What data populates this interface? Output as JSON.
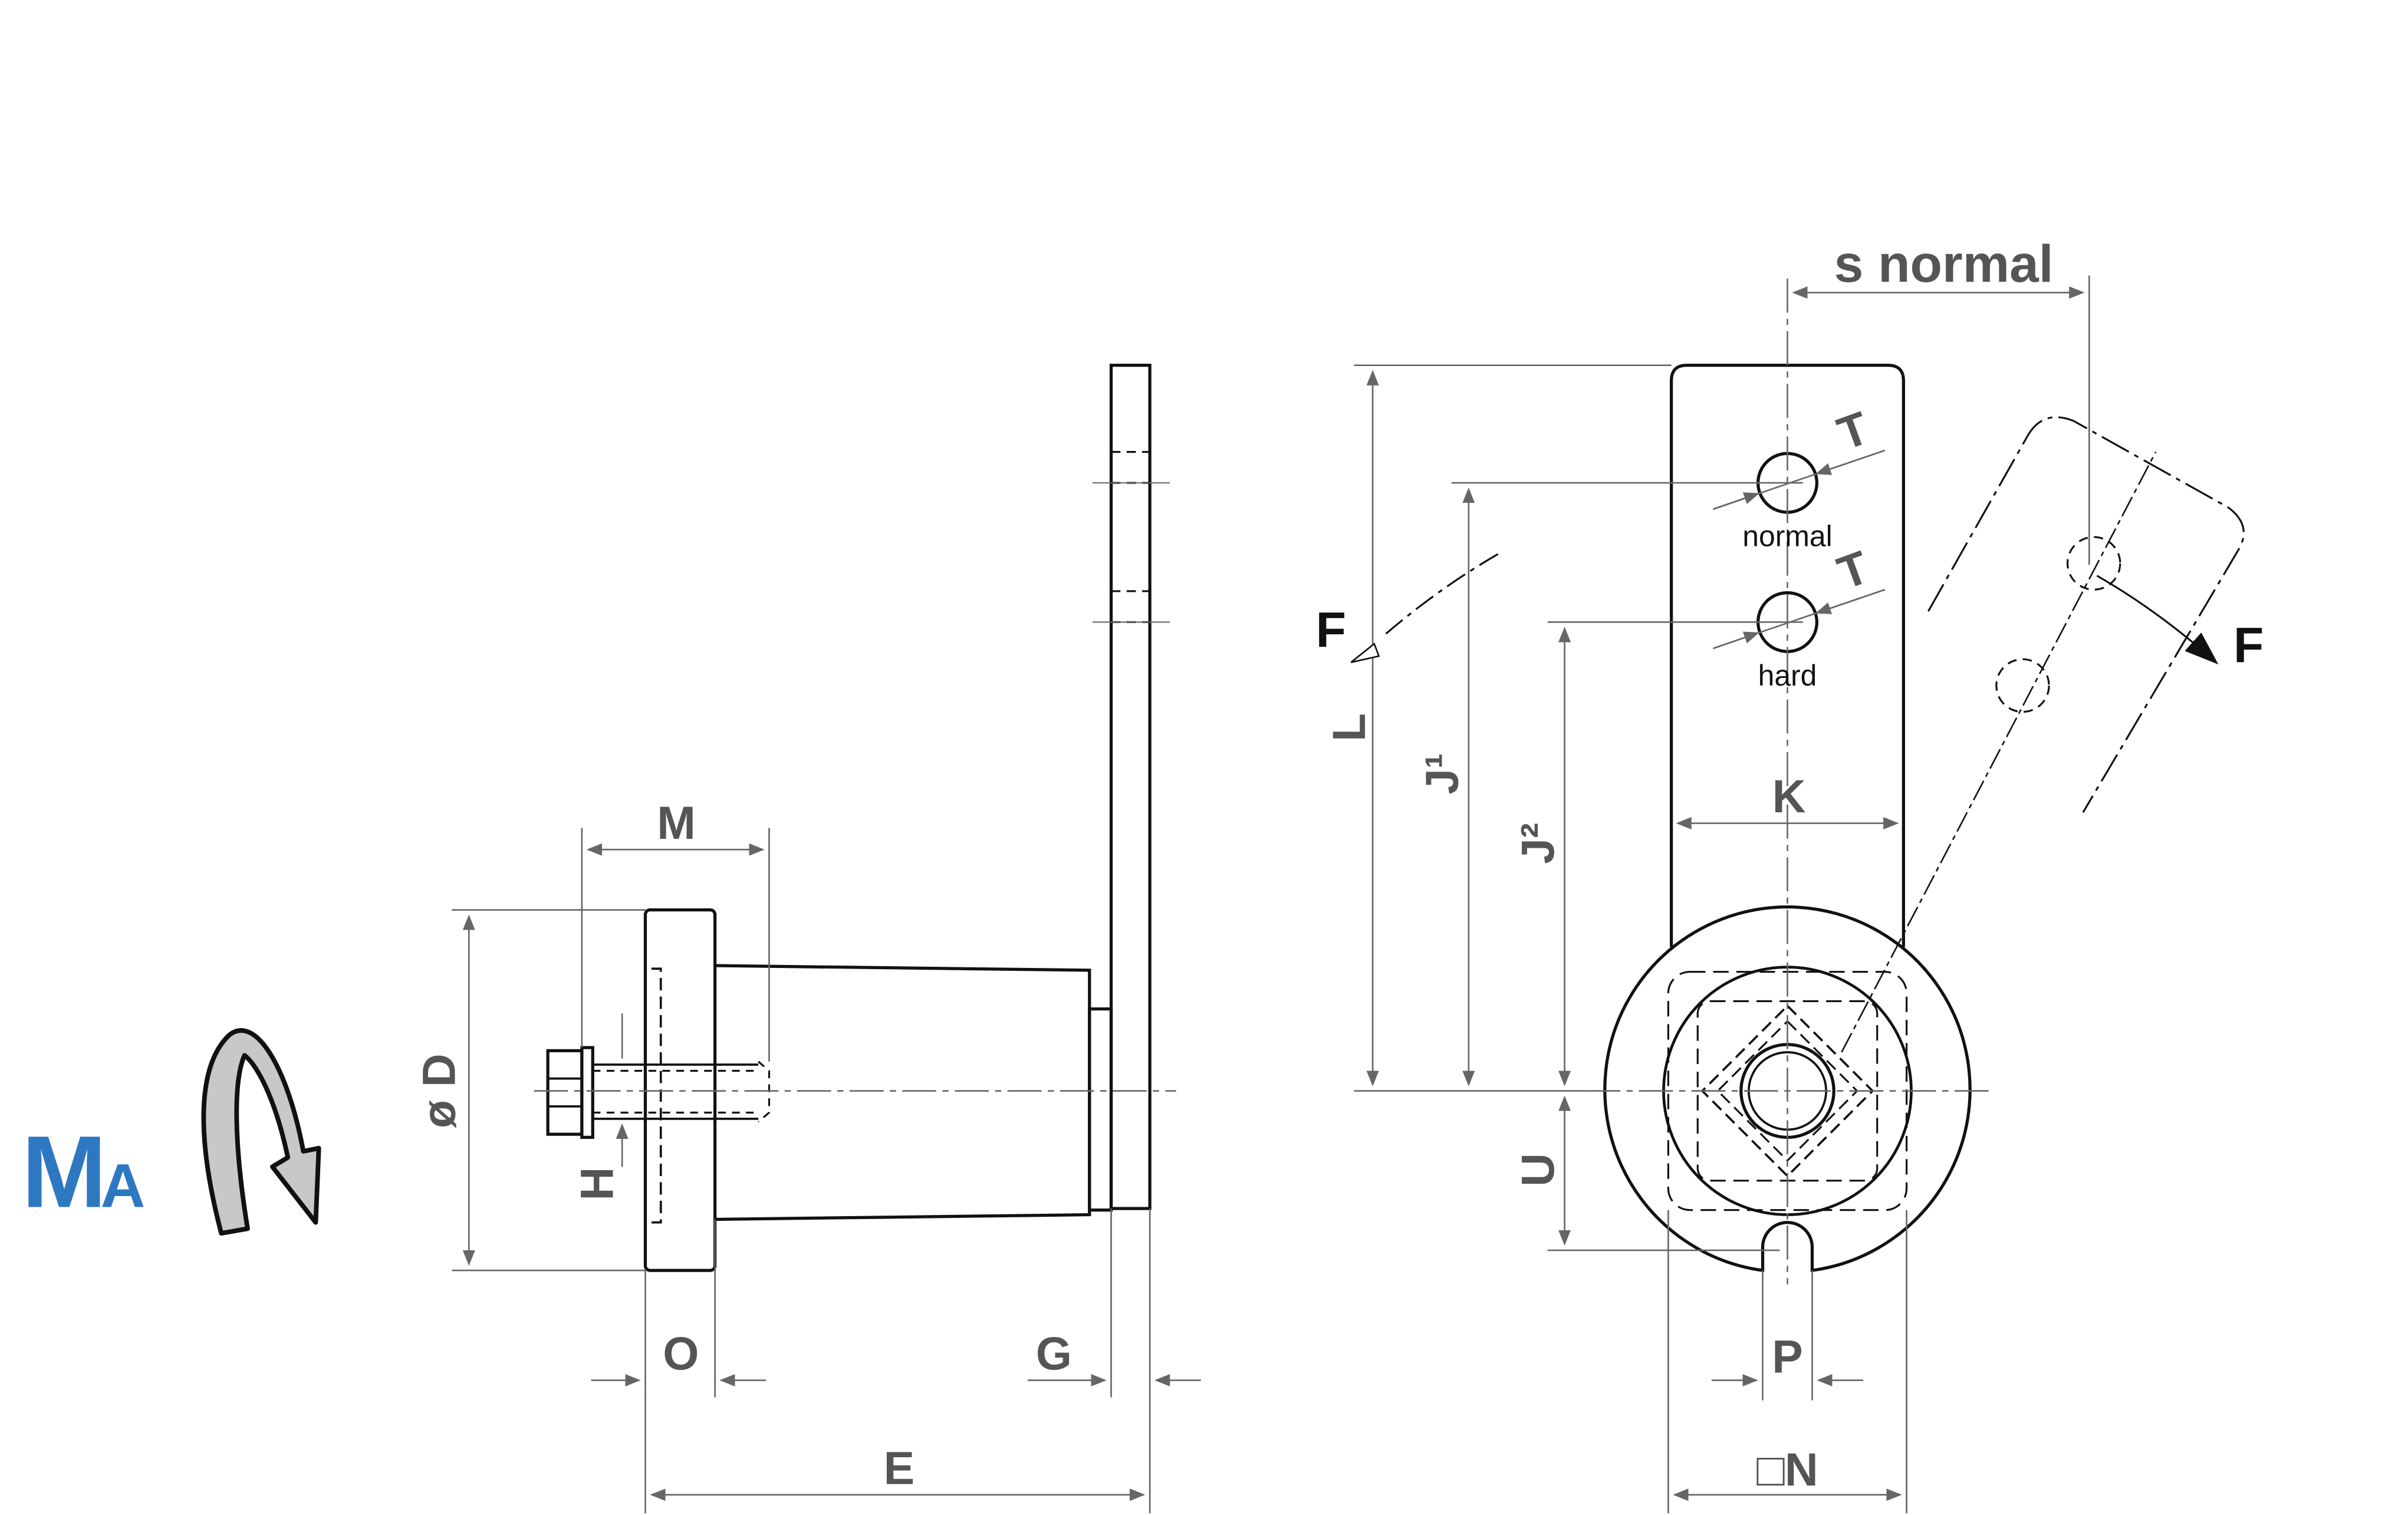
{
  "labels": {
    "ma_main": "M",
    "ma_sub": "A",
    "dia_d": "ø D",
    "h": "H",
    "m": "M",
    "o": "O",
    "g": "G",
    "e": "E",
    "s_normal": "s normal",
    "t1": "T",
    "t2": "T",
    "normal": "normal",
    "hard": "hard",
    "f_left": "F",
    "f_right": "F",
    "l": "L",
    "j1": "J¹",
    "j2": "J²",
    "k": "K",
    "u": "U",
    "p": "P",
    "n": "□N"
  },
  "colors": {
    "outline": "#111111",
    "dimension": "#666666",
    "ma_blue": "#2e78c2",
    "arrow_fill": "#c8c8c8"
  }
}
